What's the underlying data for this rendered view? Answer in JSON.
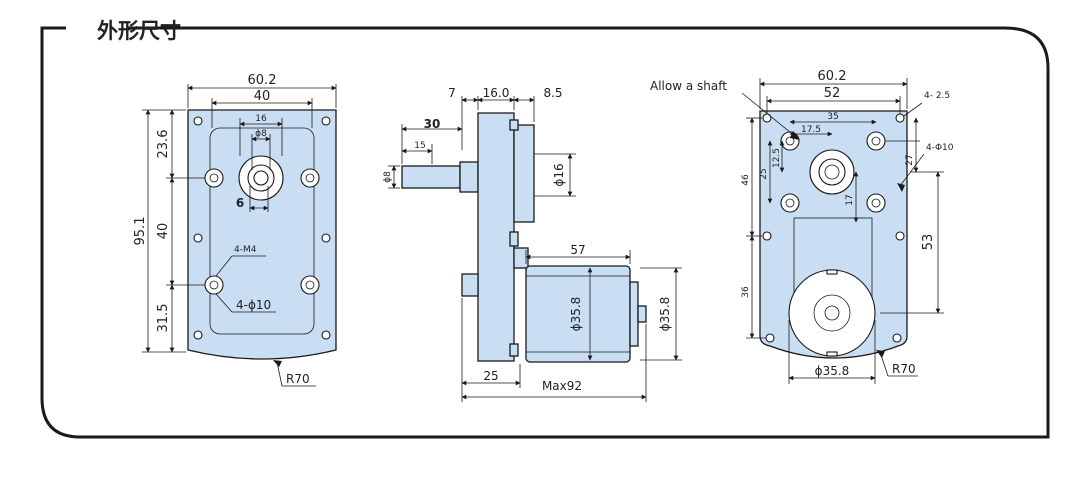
{
  "section_title": "外形尺寸",
  "front": {
    "width_outer": "60.2",
    "width_inner": "40",
    "hub_dim": "16",
    "shaft_dia": "ϕ8",
    "flat": "6",
    "height_total": "95.1",
    "top": "23.6",
    "mid": "40",
    "bottom": "31.5",
    "thread": "4-M4",
    "holes": "4-ϕ10",
    "radius": "R70"
  },
  "side": {
    "d7": "7",
    "d16": "16.0",
    "d85": "8.5",
    "shaft_len": "30",
    "d15": "15",
    "shaft_dia": "ϕ8",
    "boss_dia": "ϕ16",
    "motor_len": "57",
    "motor_dia_in": "ϕ35.8",
    "motor_dia_out": "ϕ35.8",
    "d25": "25",
    "max": "Max92"
  },
  "back": {
    "note": "Allow a shaft",
    "width_outer": "60.2",
    "width_inner": "52",
    "screws": "4-  2.5",
    "d35": "35",
    "d175": "17.5",
    "d125": "12.5",
    "d25": "25",
    "d46": "46",
    "d27": "27",
    "d17": "17",
    "d36": "36",
    "d53": "53",
    "holes": "4-Φ10",
    "motor_dia": "ϕ35.8",
    "radius": "R70"
  }
}
